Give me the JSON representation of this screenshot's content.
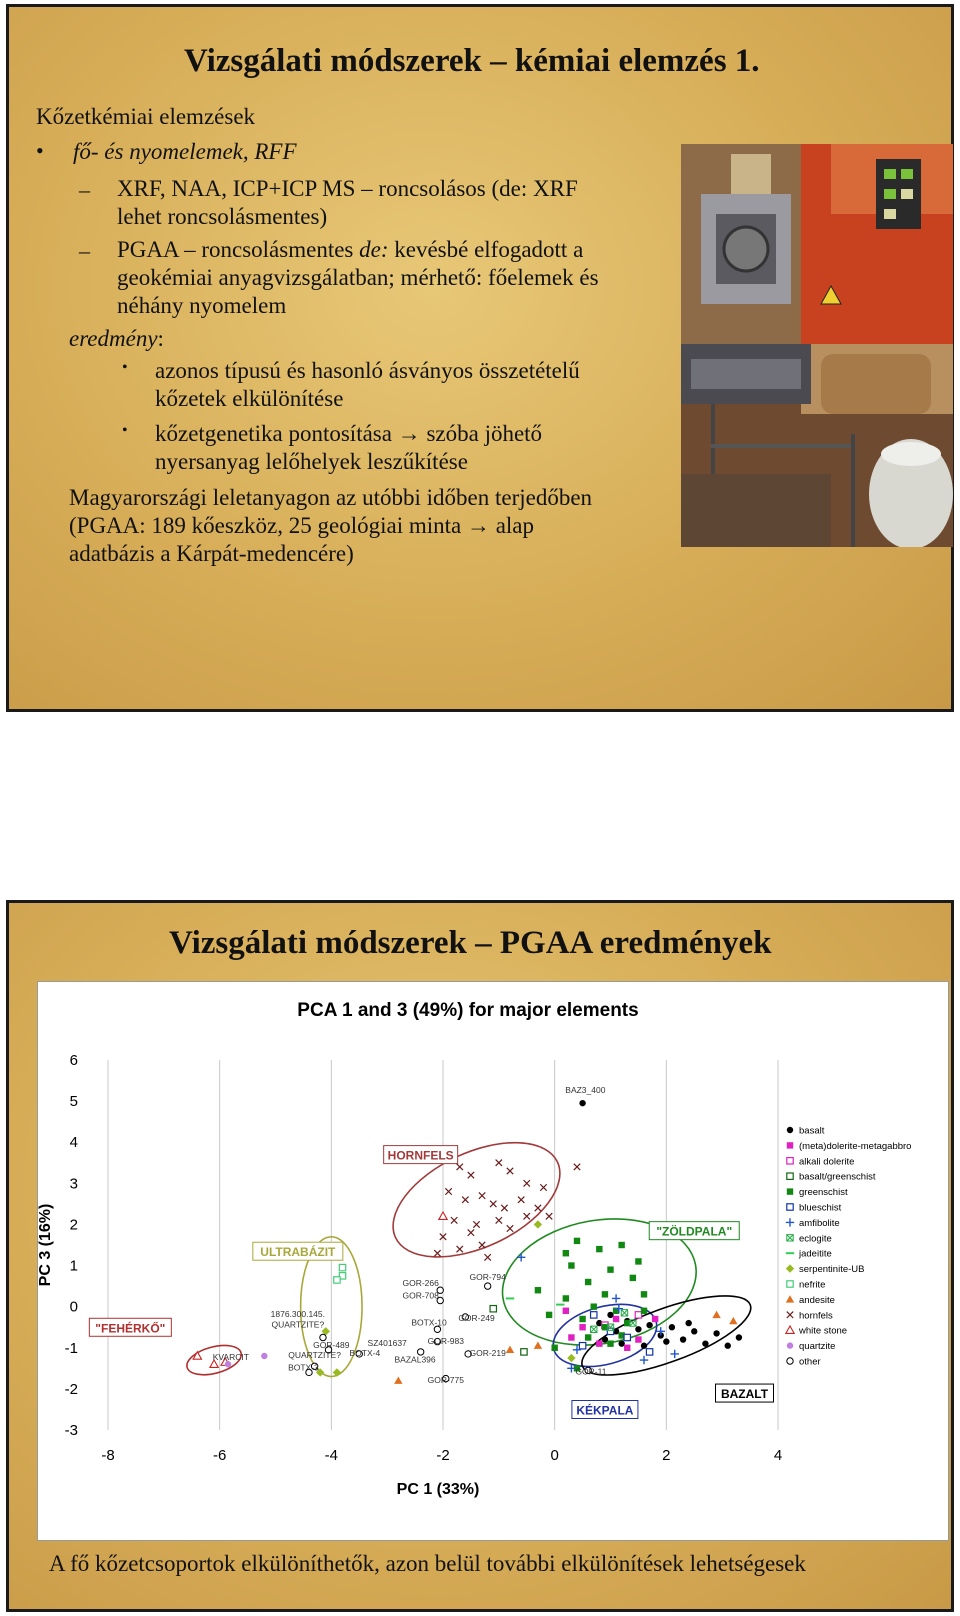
{
  "slide1": {
    "title": "Vizsgálati módszerek – kémiai elemzés 1.",
    "heading": "Kőzetkémiai elemzések",
    "bullet1": "fő- és nyomelemek, RFF",
    "dash1_line1": "XRF, NAA, ICP+ICP MS – roncsolásos (de: XRF",
    "dash1_line2": "lehet roncsolásmentes)",
    "dash2_pre": "PGAA – roncsolásmentes ",
    "dash2_de": "de:",
    "dash2_post": " kevésbé elfogadott a",
    "dash2_line2": "geokémiai anyagvizsgálatban; mérhető: főelemek és",
    "dash2_line3": "néhány nyomelem",
    "result_label": "eredmény",
    "result_colon": ":",
    "sub1_line1": "azonos típusú és hasonló ásványos összetételű",
    "sub1_line2": "kőzetek elkülönítése",
    "sub2_line1": "kőzetgenetika pontosítása → szóba jöhető",
    "sub2_line2": "nyersanyag lelőhelyek leszűkítése",
    "para_line1": "Magyarországi leletanyagon az utóbbi időben terjedőben",
    "para_line2": "(PGAA: 189 kőeszköz, 25 geológiai minta → alap",
    "para_line3": "adatbázis a Kárpát-medencére)",
    "bullet_char": "•",
    "dash_char": "–"
  },
  "slide2": {
    "title": "Vizsgálati módszerek – PGAA eredmények",
    "footer": "A fő kőzetcsoportok elkülöníthetők, azon belül további elkülönítések lehetségesek"
  },
  "colors": {
    "background": "#d7ad58",
    "hornfels": "#a33a3a",
    "zoldpala": "#1f8a1f",
    "kekpala": "#2233a0",
    "bazalt": "#000000",
    "ultrabazit": "#a8a83a",
    "feherko": "#b03030"
  },
  "chart_data": {
    "type": "scatter",
    "title": "PCA 1 and 3 (49%) for major elements",
    "xlabel": "PC 1 (33%)",
    "ylabel": "PC 3 (16%)",
    "xlim": [
      -8,
      4
    ],
    "ylim": [
      -3,
      6
    ],
    "xticks": [
      "-8",
      "-6",
      "-4",
      "-2",
      "0",
      "2",
      "4"
    ],
    "yticks": [
      "-3",
      "-2",
      "-1",
      "0",
      "1",
      "2",
      "3",
      "4",
      "5",
      "6"
    ],
    "grid": "vertical",
    "legend_position": "right",
    "legend": [
      {
        "name": "basalt",
        "marker": "dot",
        "color": "#000000"
      },
      {
        "name": "(meta)dolerite-metagabbro",
        "marker": "square",
        "color": "#e020c0"
      },
      {
        "name": "alkali dolerite",
        "marker": "square-open",
        "color": "#e020c0"
      },
      {
        "name": "basalt/greenschist",
        "marker": "square-open",
        "color": "#116611"
      },
      {
        "name": "greenschist",
        "marker": "square",
        "color": "#118811"
      },
      {
        "name": "blueschist",
        "marker": "square-open",
        "color": "#1133aa"
      },
      {
        "name": "amfibolite",
        "marker": "plus",
        "color": "#2255cc"
      },
      {
        "name": "eclogite",
        "marker": "xbox",
        "color": "#22aa44"
      },
      {
        "name": "jadeitite",
        "marker": "dash",
        "color": "#33cc55"
      },
      {
        "name": "serpentinite-UB",
        "marker": "diamond",
        "color": "#99bb22"
      },
      {
        "name": "nefrite",
        "marker": "square-open",
        "color": "#44cc77"
      },
      {
        "name": "andesite",
        "marker": "triangle",
        "color": "#e07020"
      },
      {
        "name": "hornfels",
        "marker": "x",
        "color": "#6a1a1a"
      },
      {
        "name": "white stone",
        "marker": "triangle-open",
        "color": "#cc2222"
      },
      {
        "name": "quartzite",
        "marker": "dot",
        "color": "#c080e0"
      },
      {
        "name": "other",
        "marker": "circle-open",
        "color": "#000000"
      }
    ],
    "groups": [
      {
        "label": "HORNFELS",
        "color": "#a33a3a",
        "cx": -1.4,
        "cy": 2.6,
        "rx": 1.6,
        "ry": 1.15,
        "angle": -25,
        "lx": -2.4,
        "ly": 3.65
      },
      {
        "label": "\"ZÖLDPALA\"",
        "color": "#1f8a1f",
        "cx": 0.8,
        "cy": 0.6,
        "rx": 1.75,
        "ry": 1.5,
        "angle": -10,
        "lx": 2.5,
        "ly": 1.8
      },
      {
        "label": "KÉKPALA",
        "color": "#2233a0",
        "cx": 0.9,
        "cy": -0.7,
        "rx": 0.95,
        "ry": 0.7,
        "angle": -15,
        "lx": 0.9,
        "ly": -2.55
      },
      {
        "label": "BAZALT",
        "color": "#000000",
        "cx": 2.0,
        "cy": -0.7,
        "rx": 1.6,
        "ry": 0.65,
        "angle": -20,
        "lx": 3.4,
        "ly": -2.15
      },
      {
        "label": "ULTRABÁZIT",
        "color": "#a8a83a",
        "cx": -4.0,
        "cy": 0.0,
        "rx": 0.55,
        "ry": 1.7,
        "angle": 0,
        "lx": -4.6,
        "ly": 1.3
      },
      {
        "label": "\"FEHÉRKŐ\"",
        "color": "#b03030",
        "cx": -6.1,
        "cy": -1.3,
        "rx": 0.5,
        "ry": 0.32,
        "angle": -15,
        "lx": -7.6,
        "ly": -0.55
      }
    ],
    "annotations": [
      {
        "text": "BAZ3_400",
        "x": 0.55,
        "y": 5.1
      },
      {
        "text": "GOR-266",
        "x": -2.4,
        "y": 0.4
      },
      {
        "text": "GOR-708",
        "x": -2.4,
        "y": 0.1
      },
      {
        "text": "GOR-794",
        "x": -1.2,
        "y": 0.55
      },
      {
        "text": "GOR-249",
        "x": -1.4,
        "y": -0.45
      },
      {
        "text": "BOTX-10",
        "x": -2.25,
        "y": -0.55
      },
      {
        "text": "GOR-983",
        "x": -1.95,
        "y": -1.0
      },
      {
        "text": "GOR-219",
        "x": -1.2,
        "y": -1.3
      },
      {
        "text": "SZ401637",
        "x": -3.0,
        "y": -1.05
      },
      {
        "text": "BOTX-4",
        "x": -3.4,
        "y": -1.3
      },
      {
        "text": "BAZAL396",
        "x": -2.5,
        "y": -1.45
      },
      {
        "text": "GOR-775",
        "x": -1.95,
        "y": -1.95
      },
      {
        "text": "GOR-11",
        "x": 0.65,
        "y": -1.75
      },
      {
        "text": "1876.300.145.",
        "x": -4.6,
        "y": -0.35
      },
      {
        "text": "QUARTZITE?",
        "x": -4.6,
        "y": -0.6
      },
      {
        "text": "GOR-489",
        "x": -4.0,
        "y": -1.1
      },
      {
        "text": "QUARTZITE?",
        "x": -4.3,
        "y": -1.35
      },
      {
        "text": "BOTX-3",
        "x": -4.5,
        "y": -1.65
      },
      {
        "text": "KVARCIT",
        "x": -5.8,
        "y": -1.4
      }
    ],
    "series": [
      {
        "name": "basalt",
        "points": [
          [
            0.5,
            4.95
          ],
          [
            1.3,
            -0.35
          ],
          [
            1.5,
            -0.55
          ],
          [
            1.7,
            -0.45
          ],
          [
            1.9,
            -0.7
          ],
          [
            2.1,
            -0.5
          ],
          [
            2.3,
            -0.8
          ],
          [
            2.5,
            -0.6
          ],
          [
            2.7,
            -0.9
          ],
          [
            2.9,
            -0.65
          ],
          [
            3.1,
            -0.95
          ],
          [
            1.1,
            -0.6
          ],
          [
            0.9,
            -0.8
          ],
          [
            1.2,
            -0.9
          ],
          [
            2.0,
            -0.85
          ],
          [
            3.3,
            -0.75
          ],
          [
            0.8,
            -0.4
          ],
          [
            1.0,
            -0.2
          ],
          [
            2.4,
            -0.4
          ],
          [
            1.6,
            -0.95
          ]
        ]
      },
      {
        "name": "(meta)dolerite-metagabbro",
        "points": [
          [
            0.2,
            -0.1
          ],
          [
            0.5,
            -0.5
          ],
          [
            1.1,
            -0.3
          ],
          [
            0.8,
            -0.9
          ],
          [
            1.5,
            -0.8
          ],
          [
            1.8,
            -0.3
          ],
          [
            0.3,
            -0.75
          ],
          [
            1.3,
            -1.0
          ]
        ]
      },
      {
        "name": "alkali dolerite",
        "points": [
          [
            1.5,
            -0.2
          ],
          [
            0.9,
            -0.45
          ]
        ]
      },
      {
        "name": "basalt/greenschist",
        "points": [
          [
            -1.1,
            -0.05
          ],
          [
            -0.55,
            -1.1
          ]
        ]
      },
      {
        "name": "greenschist",
        "points": [
          [
            0.4,
            1.6
          ],
          [
            0.8,
            1.4
          ],
          [
            1.2,
            1.5
          ],
          [
            0.3,
            1.0
          ],
          [
            0.6,
            0.6
          ],
          [
            1.0,
            0.9
          ],
          [
            1.4,
            0.7
          ],
          [
            1.6,
            0.3
          ],
          [
            0.2,
            0.2
          ],
          [
            0.7,
            0.0
          ],
          [
            1.1,
            -0.1
          ],
          [
            1.3,
            -0.4
          ],
          [
            0.5,
            -0.3
          ],
          [
            0.9,
            -0.5
          ],
          [
            -0.3,
            0.4
          ],
          [
            -0.1,
            -0.2
          ],
          [
            0.0,
            -1.0
          ],
          [
            0.4,
            -1.5
          ],
          [
            1.6,
            -0.1
          ],
          [
            1.2,
            -0.7
          ],
          [
            0.2,
            1.3
          ],
          [
            0.9,
            0.3
          ],
          [
            1.5,
            1.1
          ],
          [
            0.6,
            -0.75
          ],
          [
            1.0,
            -0.9
          ]
        ]
      },
      {
        "name": "blueschist",
        "points": [
          [
            0.7,
            -0.2
          ],
          [
            1.0,
            -0.6
          ],
          [
            0.5,
            -0.95
          ],
          [
            1.3,
            -0.75
          ],
          [
            1.7,
            -1.1
          ]
        ]
      },
      {
        "name": "amfibolite",
        "points": [
          [
            -0.6,
            1.2
          ],
          [
            1.15,
            -0.05
          ],
          [
            1.1,
            0.2
          ],
          [
            1.9,
            -0.6
          ],
          [
            0.4,
            -1.05
          ],
          [
            1.6,
            -1.3
          ],
          [
            2.15,
            -1.15
          ],
          [
            0.3,
            -1.5
          ]
        ]
      },
      {
        "name": "eclogite",
        "points": [
          [
            1.0,
            -0.5
          ],
          [
            1.4,
            -0.4
          ],
          [
            1.25,
            -0.15
          ],
          [
            0.7,
            -0.55
          ]
        ]
      },
      {
        "name": "jadeitite",
        "points": [
          [
            -0.8,
            0.2
          ],
          [
            0.1,
            0.05
          ]
        ]
      },
      {
        "name": "serpentinite-UB",
        "points": [
          [
            -4.1,
            -0.6
          ],
          [
            -4.2,
            -1.6
          ],
          [
            -3.9,
            -1.6
          ],
          [
            -0.3,
            2.0
          ],
          [
            0.3,
            -1.25
          ]
        ]
      },
      {
        "name": "nefrite",
        "points": [
          [
            -3.8,
            0.75
          ],
          [
            -3.8,
            0.95
          ],
          [
            -3.9,
            0.65
          ]
        ]
      },
      {
        "name": "andesite",
        "points": [
          [
            -2.8,
            -1.8
          ],
          [
            -0.8,
            -1.05
          ],
          [
            -0.3,
            -0.95
          ],
          [
            2.9,
            -0.2
          ],
          [
            3.2,
            -0.35
          ]
        ]
      },
      {
        "name": "hornfels",
        "points": [
          [
            -1.7,
            3.4
          ],
          [
            -1.5,
            3.2
          ],
          [
            -1.0,
            3.5
          ],
          [
            -0.8,
            3.3
          ],
          [
            -0.5,
            3.0
          ],
          [
            -0.2,
            2.9
          ],
          [
            0.4,
            3.4
          ],
          [
            -1.9,
            2.8
          ],
          [
            -1.6,
            2.6
          ],
          [
            -1.3,
            2.7
          ],
          [
            -1.1,
            2.5
          ],
          [
            -0.9,
            2.4
          ],
          [
            -0.6,
            2.6
          ],
          [
            -0.3,
            2.4
          ],
          [
            -0.1,
            2.2
          ],
          [
            -1.8,
            2.1
          ],
          [
            -1.4,
            2.0
          ],
          [
            -1.0,
            2.1
          ],
          [
            -0.5,
            2.2
          ],
          [
            -2.0,
            1.7
          ],
          [
            -1.7,
            1.4
          ],
          [
            -1.3,
            1.5
          ],
          [
            -1.5,
            1.8
          ],
          [
            -1.2,
            1.2
          ],
          [
            -0.8,
            1.9
          ],
          [
            -2.1,
            1.3
          ]
        ]
      },
      {
        "name": "white stone",
        "points": [
          [
            -2.0,
            2.2
          ],
          [
            -6.4,
            -1.2
          ],
          [
            -6.1,
            -1.4
          ],
          [
            -5.9,
            -1.35
          ]
        ]
      },
      {
        "name": "quartzite",
        "points": [
          [
            -5.2,
            -1.2
          ],
          [
            -5.85,
            -1.4
          ]
        ]
      },
      {
        "name": "other",
        "points": [
          [
            -2.05,
            0.4
          ],
          [
            -2.05,
            0.15
          ],
          [
            -1.2,
            0.5
          ],
          [
            -1.6,
            -0.25
          ],
          [
            -2.1,
            -0.55
          ],
          [
            -2.1,
            -0.85
          ],
          [
            -1.55,
            -1.15
          ],
          [
            -3.5,
            -1.15
          ],
          [
            -2.4,
            -1.1
          ],
          [
            -1.95,
            -1.75
          ],
          [
            0.6,
            -1.55
          ],
          [
            -4.15,
            -0.75
          ],
          [
            -4.05,
            -1.05
          ],
          [
            -4.3,
            -1.45
          ],
          [
            -4.4,
            -1.6
          ]
        ]
      }
    ]
  }
}
